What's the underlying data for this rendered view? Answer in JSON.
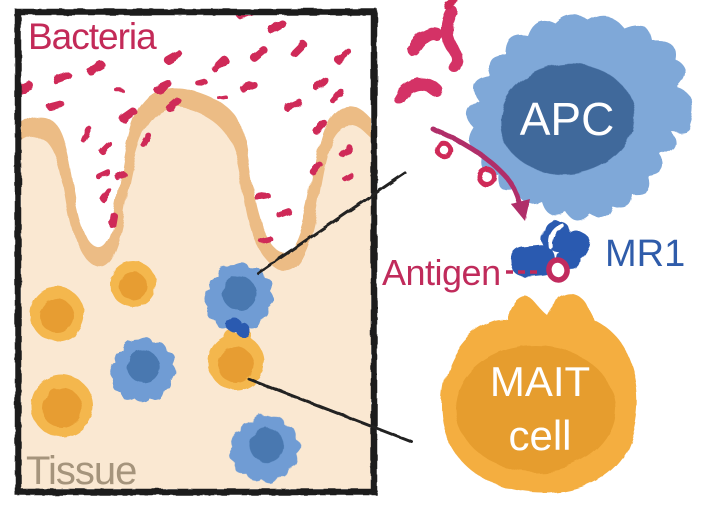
{
  "figure": {
    "left_panel": {
      "bacteria_label": "Bacteria",
      "tissue_label": "Tissue"
    },
    "right_panel": {
      "apc_label": "APC",
      "mr1_label": "MR1",
      "antigen_label": "Antigen",
      "mait_cell_label_line1": "MAIT",
      "mait_cell_label_line2": "cell"
    },
    "colors": {
      "bacteria": "#cf2959",
      "bacteria_curved": "#d43366",
      "bacteria_label": "#c32a58",
      "tissue_fill": "#fae8d2",
      "tissue_surface": "#ecbc85",
      "tissue_label": "#a5947c",
      "cell_blue_body": "#6f9cd4",
      "cell_blue_nucleus": "#4878b0",
      "cell_orange_outer": "#f4b74e",
      "cell_orange_inner": "#e79d31",
      "apc_body": "#7fa8d8",
      "apc_nucleus": "#41699b",
      "mr1_molecule": "#2b5ab0",
      "mr1_label": "#2f5caa",
      "antigen_label": "#c02b5b",
      "antigen_ring": "#c12b5e",
      "arrow": "#b02d69",
      "mait_outer": "#f4ae41",
      "mait_inner": "#e69d2f",
      "label_on_cells": "#ffffff",
      "box_border": "#1f1f1f",
      "connector": "#222222"
    }
  }
}
